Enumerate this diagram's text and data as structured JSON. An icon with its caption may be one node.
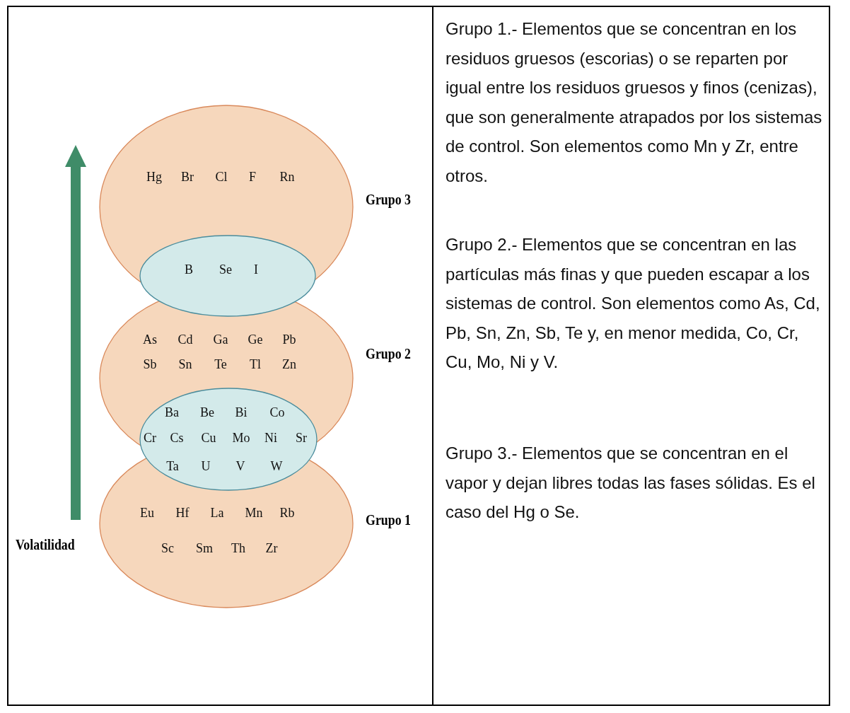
{
  "diagram": {
    "nodes": [
      {
        "text": [
          "Hg",
          "Br",
          "Cl",
          "F",
          "Rn"
        ],
        "beside": [
          "Grupo 3"
        ]
      },
      {
        "text": [
          "B",
          "Se",
          "I"
        ]
      },
      {
        "text": [
          "As",
          "Cd",
          "Ga",
          "Ge",
          "Pb",
          "Sb",
          "Sn",
          "Te",
          "Tl",
          "Zn"
        ],
        "beside": [
          "Grupo 2"
        ]
      },
      {
        "text": [
          "Ba",
          "Be",
          "Bi",
          "Co",
          "Cr",
          "Cs",
          "Cu",
          "Mo",
          "Ni",
          "Sr",
          "Ta",
          "U",
          "V",
          "W"
        ]
      },
      {
        "text": [
          "Eu",
          "Hf",
          "La",
          "Mn",
          "Rb",
          "Sc",
          "Sm",
          "Th",
          "Zr"
        ],
        "beside": [
          "Grupo 1"
        ]
      }
    ],
    "edges": [],
    "labels": [
      "Volatilidad",
      "Grupo 1.- Elementos que se concentran en los residuos gruesos (escorias) o se reparten por igual entre los residuos gruesos y finos (cenizas), que son generalmente atrapados por los sistemas de control. Son elementos como Mn y Zr, entre otros.",
      "Grupo 2.- Elementos que se concentran en las partículas más finas y que pueden escapar a los sistemas de control. Son elementos como As, Cd, Pb, Sn, Zn, Sb, Te y, en menor medida, Co, Cr, Cu, Mo, Ni y V.",
      "Grupo 3.- Elementos que se concentran en el vapor y dejan libres todas las fases sólidas. Es el caso del Hg o Se."
    ]
  }
}
